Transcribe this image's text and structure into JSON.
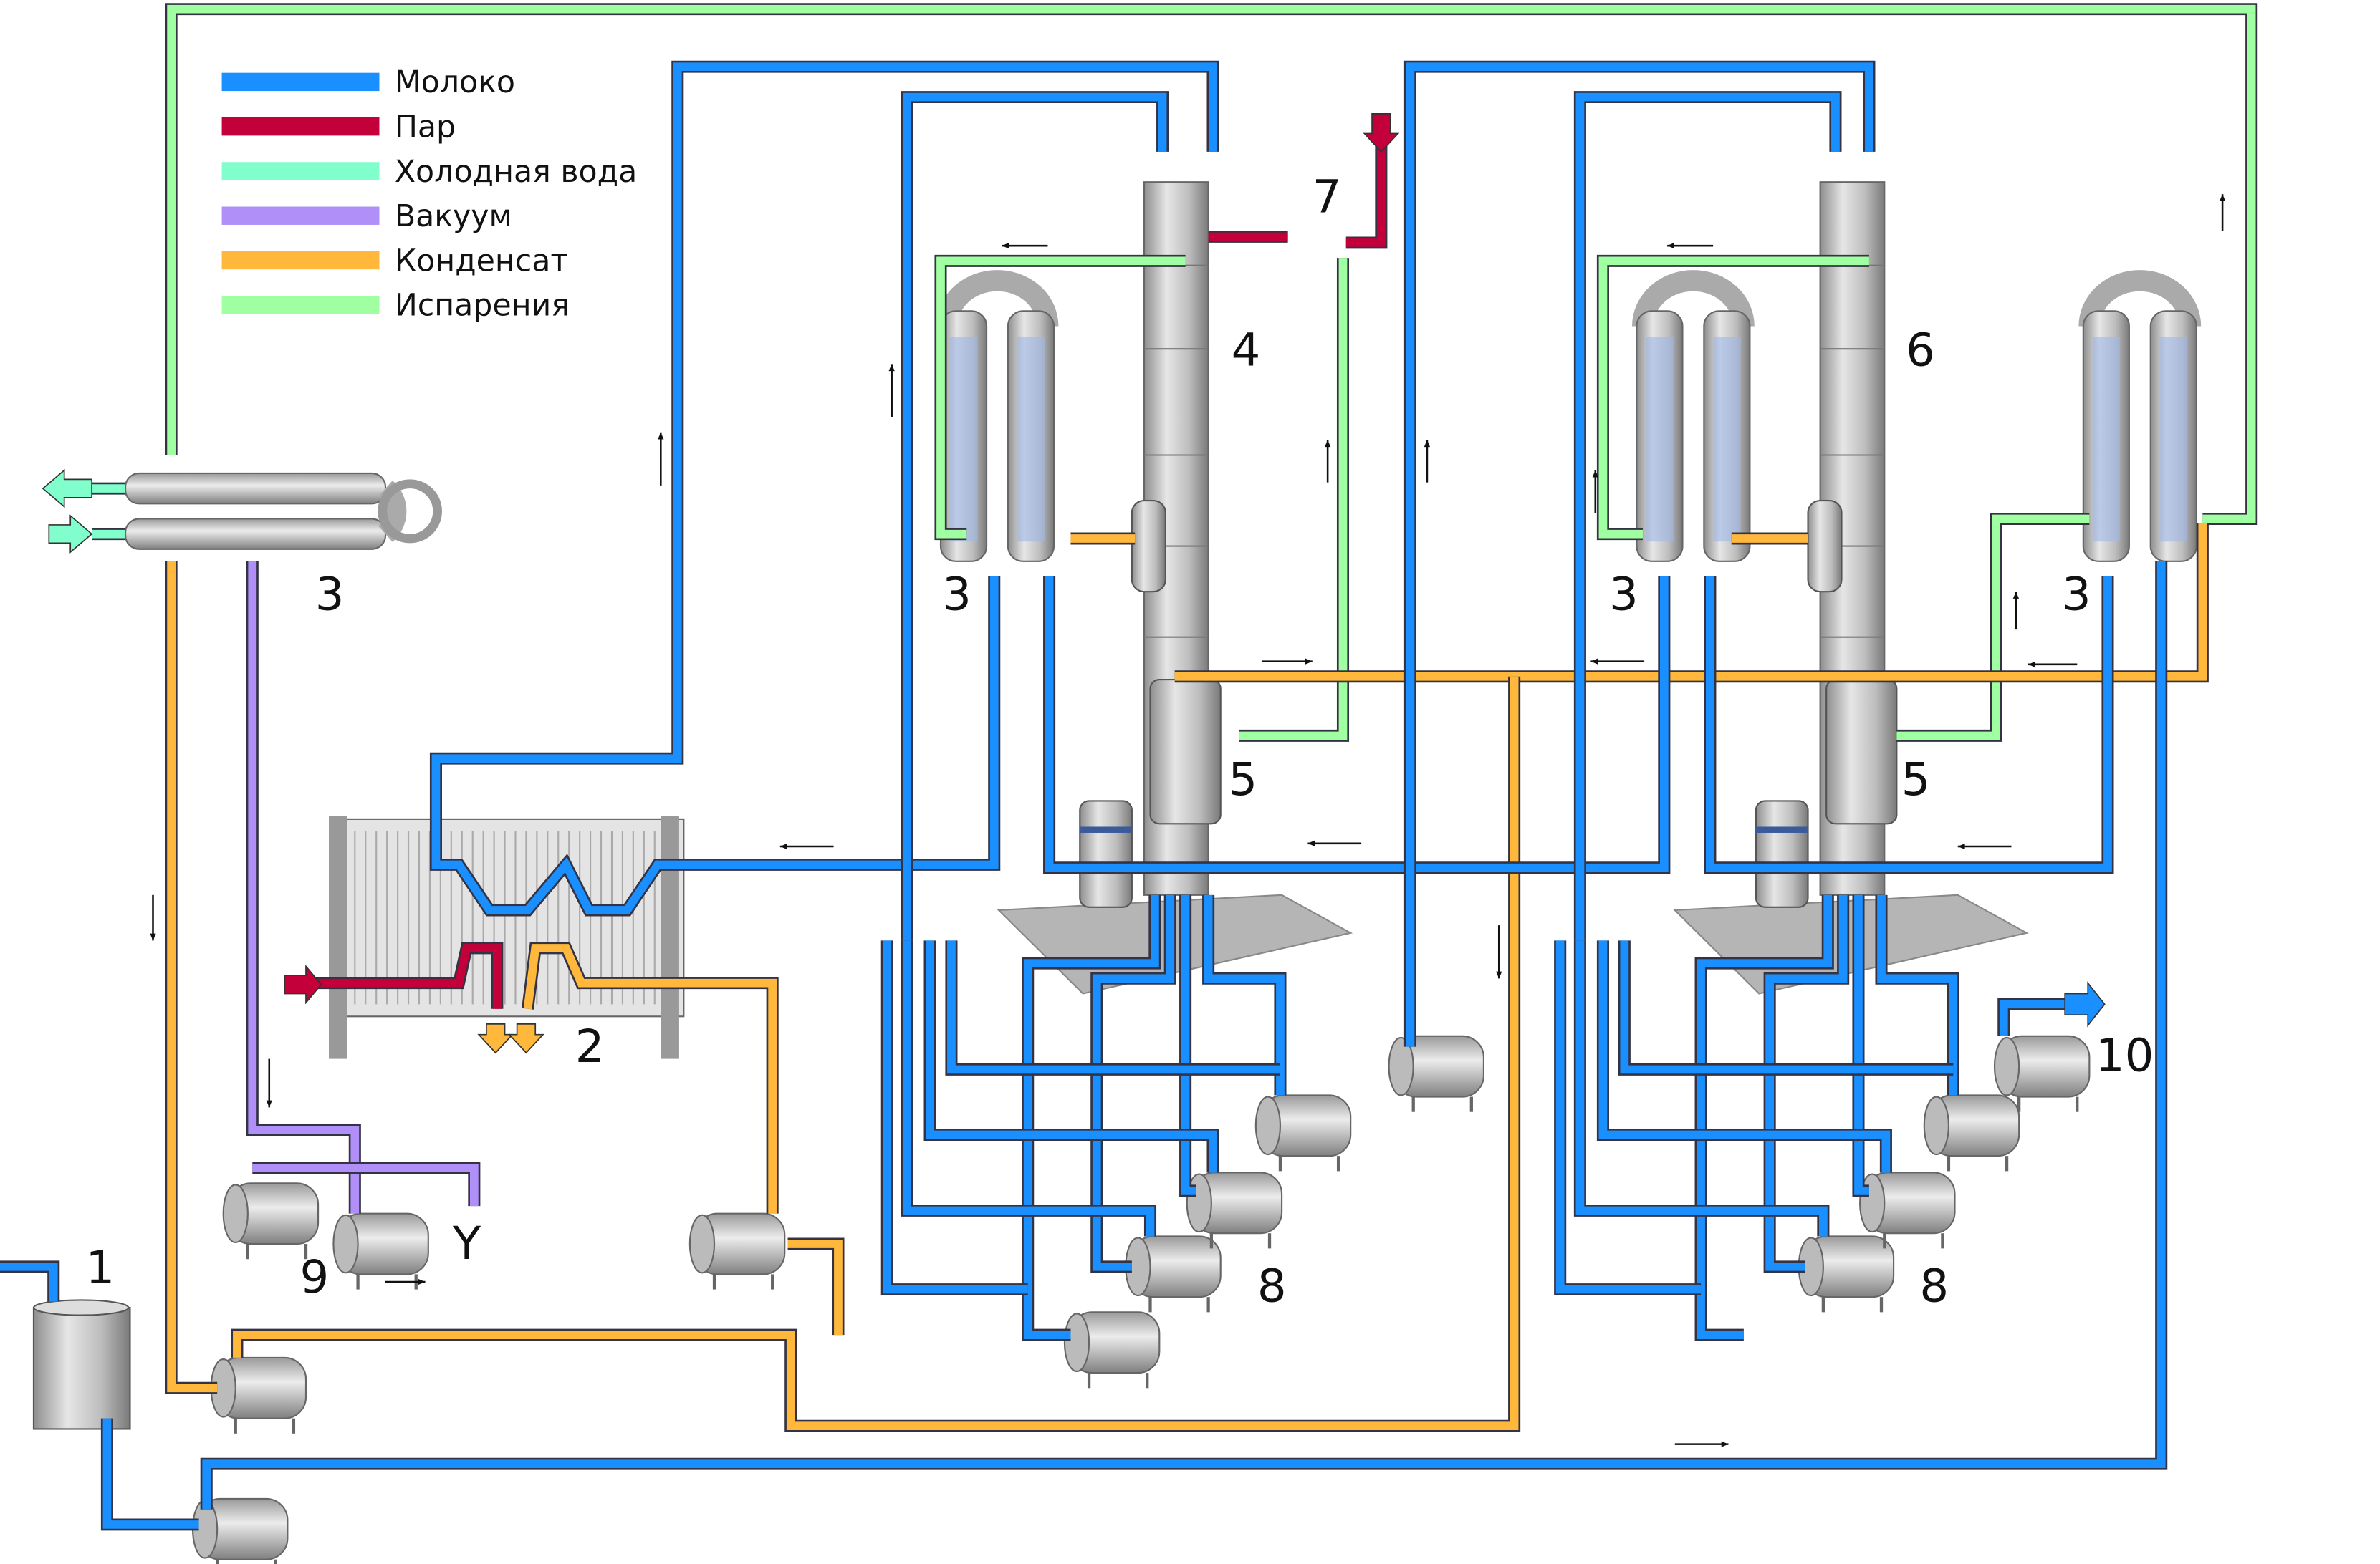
{
  "colors": {
    "milk": "#1a8fff",
    "steam": "#c4003a",
    "cold_water": "#80ffcc",
    "vacuum": "#b090f8",
    "condensate": "#ffb83c",
    "vapor": "#a0ffa0",
    "equipment": "#c8c8c8"
  },
  "legend": [
    {
      "key": "milk",
      "label": "Молоко"
    },
    {
      "key": "steam",
      "label": "Пар"
    },
    {
      "key": "cold_water",
      "label": "Холодная вода"
    },
    {
      "key": "vacuum",
      "label": "Вакуум"
    },
    {
      "key": "condensate",
      "label": "Конденсат"
    },
    {
      "key": "vapor",
      "label": "Испарения"
    }
  ],
  "labels": {
    "tank": "1",
    "plate_heat_exchanger": "2",
    "condenser": "3",
    "column_1": "4",
    "separator": "5",
    "column_2": "6",
    "thermocompressor": "7",
    "pumps": "8",
    "vacuum_pumps": "9",
    "product_outlet": "10",
    "vacuum_outlet": "Y"
  }
}
